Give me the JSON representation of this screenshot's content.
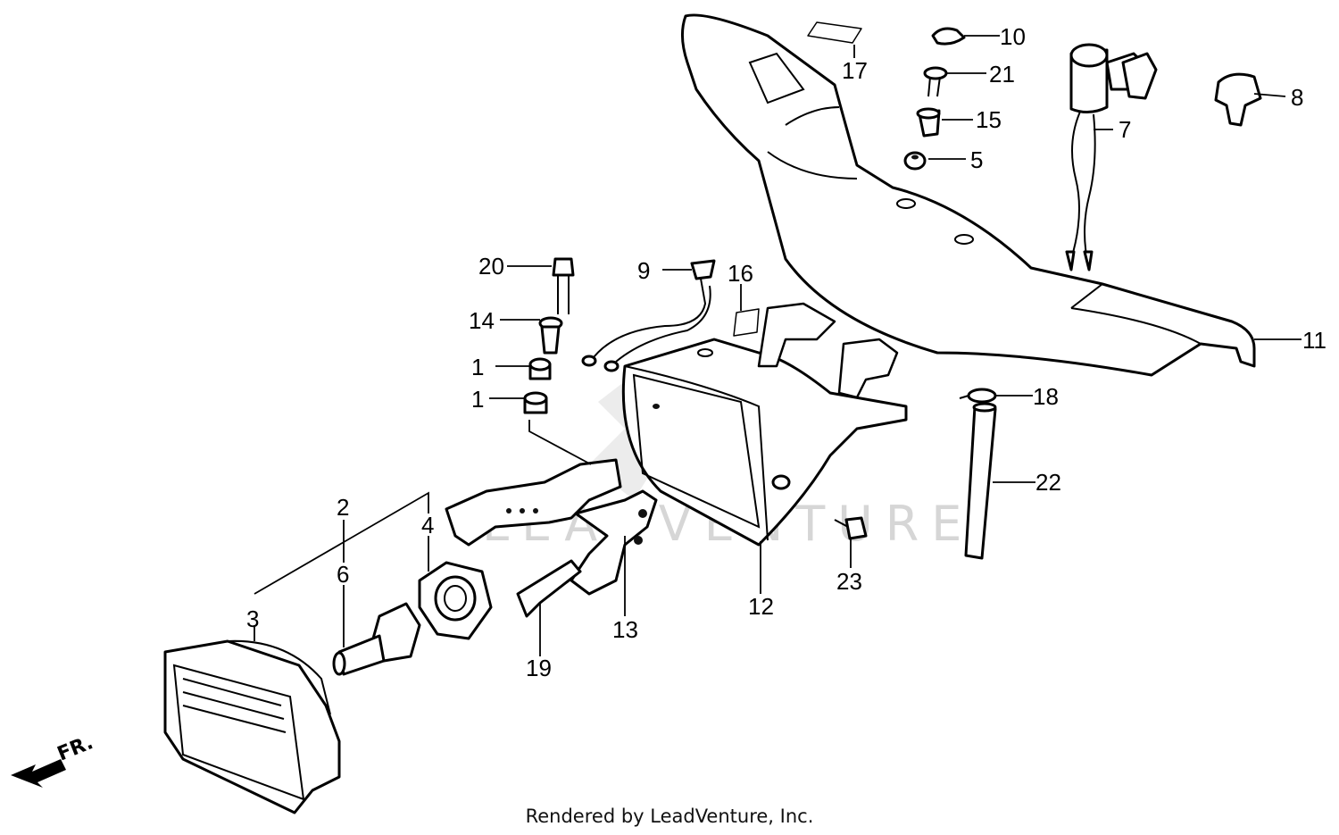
{
  "watermark": "LEADVENTURE",
  "front_label": "FR.",
  "footer": "Rendered by LeadVenture, Inc.",
  "callouts": [
    "1",
    "1",
    "2",
    "3",
    "4",
    "5",
    "6",
    "7",
    "8",
    "9",
    "10",
    "11",
    "12",
    "13",
    "14",
    "15",
    "16",
    "17",
    "18",
    "19",
    "20",
    "21",
    "22",
    "23"
  ]
}
